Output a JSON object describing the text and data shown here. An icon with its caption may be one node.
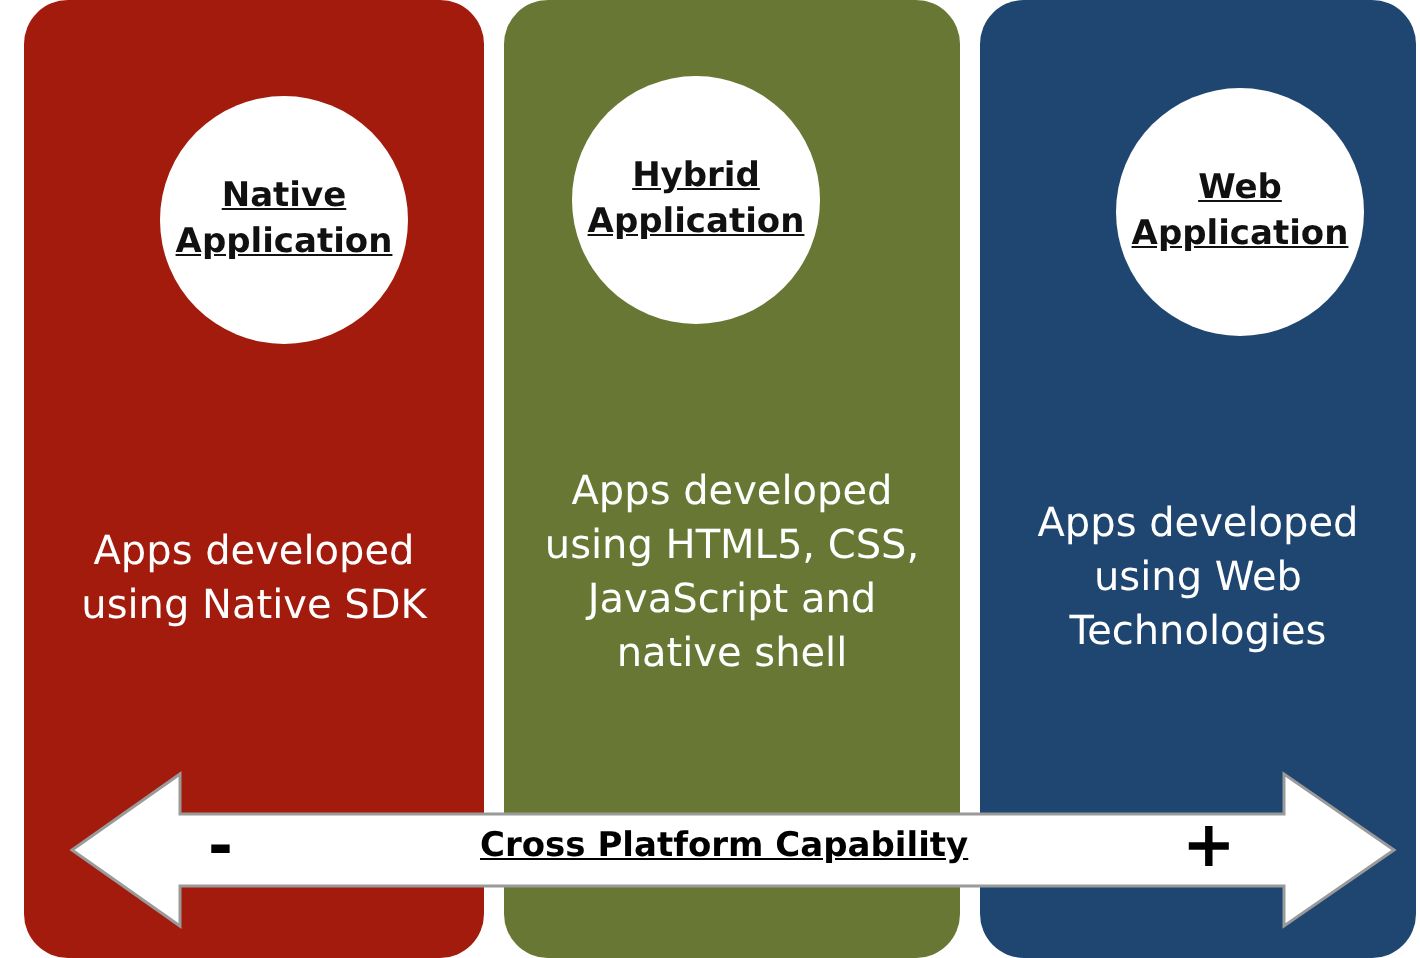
{
  "diagram": {
    "nodes": [
      {
        "text": [
          "Apps developed using Native SDK"
        ]
      },
      {
        "text": [
          "Native Application"
        ],
        "in": 0
      },
      {
        "text": [
          "Apps developed using HTML5, CSS, JavaScript and native shell"
        ]
      },
      {
        "text": [
          "Hybrid Application"
        ],
        "in": 2
      },
      {
        "text": [
          "Apps developed using Web Technologies"
        ]
      },
      {
        "text": [
          "Web Application"
        ],
        "in": 4
      }
    ],
    "labels": [
      "-",
      "Cross Platform Capability",
      "+"
    ]
  }
}
